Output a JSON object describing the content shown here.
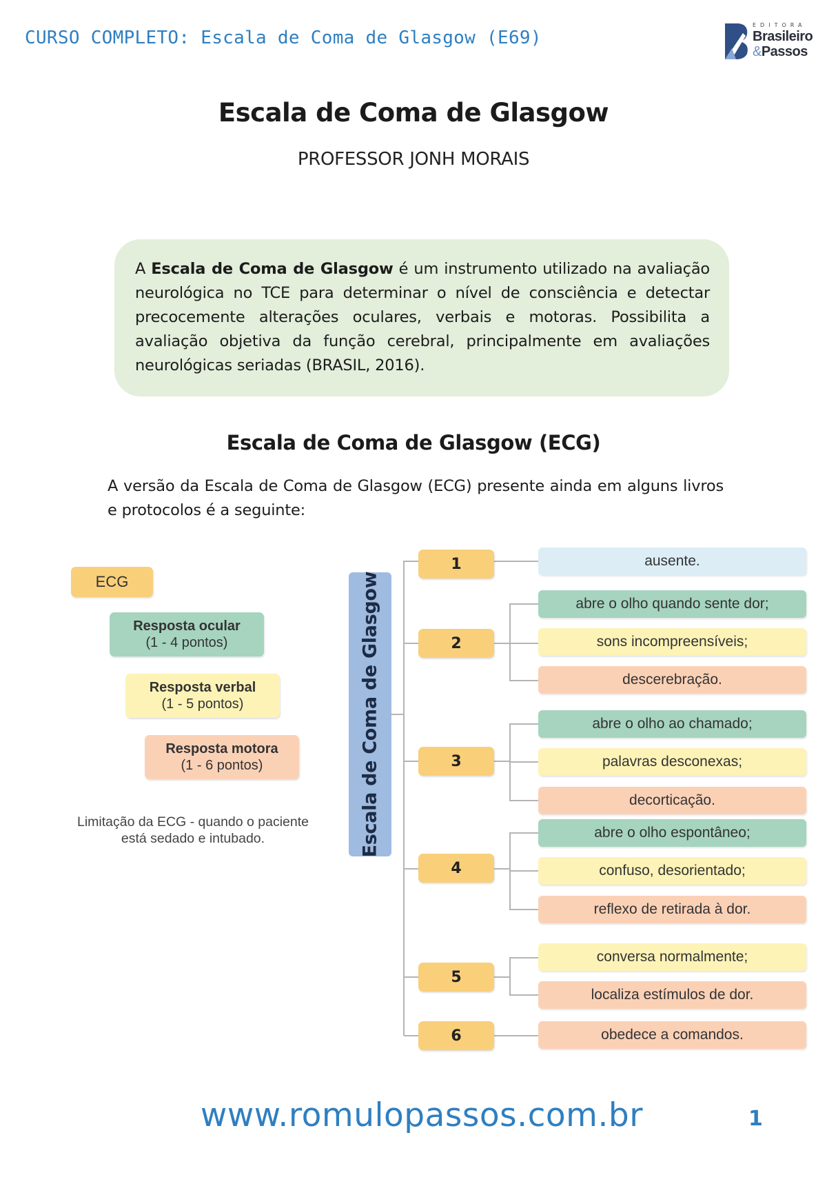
{
  "header": {
    "title": "CURSO COMPLETO: Escala de Coma de Glasgow (E69)",
    "logo": {
      "top": "EDITORA",
      "line1": "Brasileiro",
      "line2_amp": "&",
      "line2": "Passos"
    }
  },
  "document": {
    "title": "Escala de Coma de Glasgow",
    "author": "PROFESSOR JONH MORAIS"
  },
  "intro": {
    "pre": "A ",
    "bold": "Escala de Coma de Glasgow",
    "post": " é um instrumento utilizado na avaliação neurológica no TCE para determinar o nível de consciência e detectar precocemente alterações oculares, verbais e motoras. Possibilita a avaliação objetiva da função cerebral, principalmente em avaliações neurológicas seriadas (BRASIL, 2016)."
  },
  "section": {
    "title": "Escala de Coma de Glasgow (ECG)",
    "paragraph": "A versão da Escala de Coma de Glasgow (ECG) presente ainda em alguns livros e protocolos é a seguinte:"
  },
  "diagram": {
    "ecg_label": "ECG",
    "categories": {
      "ocular": {
        "name": "Resposta ocular",
        "range": "(1 - 4 pontos)",
        "color": "#a6d4bf"
      },
      "verbal": {
        "name": "Resposta verbal",
        "range": "(1 - 5 pontos)",
        "color": "#fdf3b7"
      },
      "motora": {
        "name": "Resposta motora",
        "range": "(1 - 6 pontos)",
        "color": "#fbd1b6"
      }
    },
    "limitation": "Limitação da ECG - quando o paciente está sedado e intubado.",
    "vertical_label": "Escala de Coma de Glasgow",
    "scores": [
      {
        "label": "1",
        "items": [
          "ausente."
        ]
      },
      {
        "label": "2",
        "items": [
          "abre o olho quando sente dor;",
          "sons incompreensíveis;",
          "descerebração."
        ]
      },
      {
        "label": "3",
        "items": [
          "abre o olho ao chamado;",
          "palavras desconexas;",
          "decorticação."
        ]
      },
      {
        "label": "4",
        "items": [
          "abre o olho espontâneo;",
          "confuso, desorientado;",
          "reflexo de retirada à dor."
        ]
      },
      {
        "label": "5",
        "items": [
          "conversa normalmente;",
          "localiza estímulos de dor."
        ]
      },
      {
        "label": "6",
        "items": [
          "obedece a comandos."
        ]
      }
    ]
  },
  "footer": {
    "url": "www.romulopassos.com.br",
    "page": "1"
  },
  "colors": {
    "accent_blue": "#2e7fc1",
    "intro_bg": "#e3eedb",
    "score_orange": "#f9cf7a",
    "vertical_blue": "#9fbbe0",
    "absent_blue": "#dcedf6"
  }
}
